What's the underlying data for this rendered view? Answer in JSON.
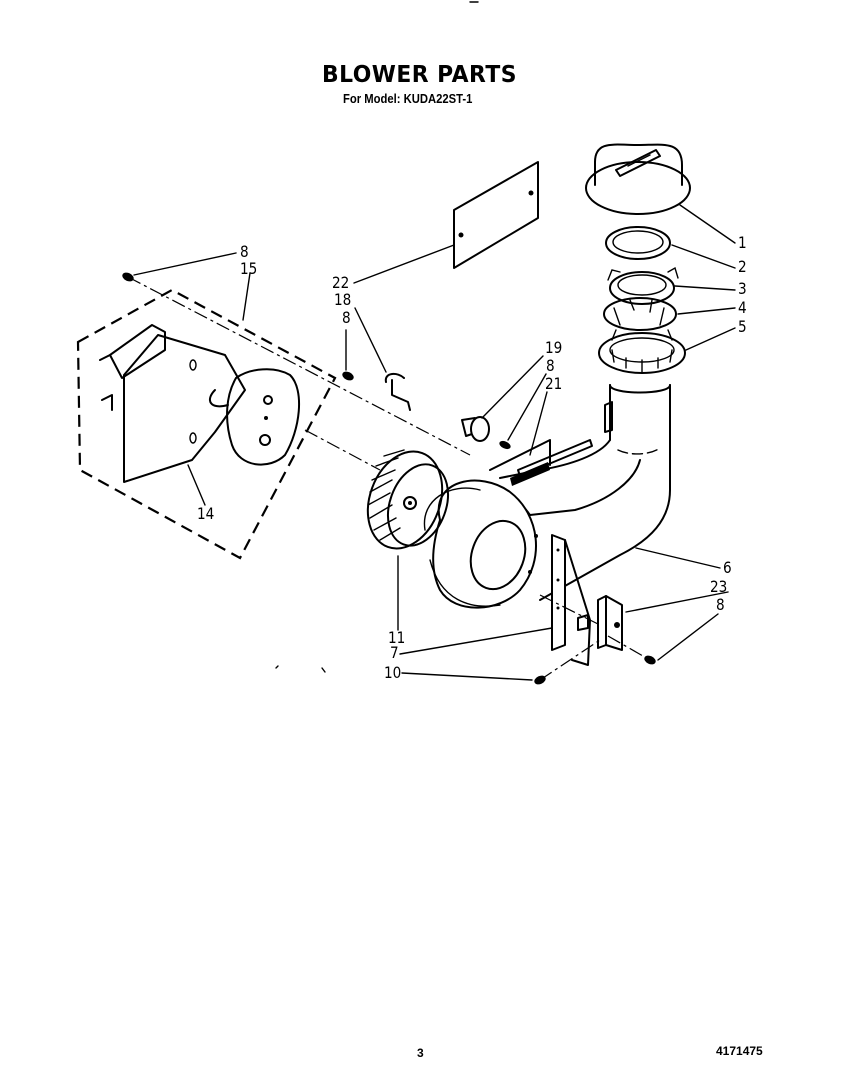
{
  "header": {
    "title": "BLOWER PARTS",
    "subtitle": "For Model: KUDA22ST-1"
  },
  "footer": {
    "page_number": "3",
    "document_number": "4171475"
  },
  "callouts": [
    {
      "id": "c1",
      "label": "1",
      "part": "cover-cap"
    },
    {
      "id": "c2",
      "label": "2",
      "part": "filter-disc"
    },
    {
      "id": "c3",
      "label": "3",
      "part": "retaining-ring"
    },
    {
      "id": "c4",
      "label": "4",
      "part": "gasket-ring"
    },
    {
      "id": "c5",
      "label": "5",
      "part": "collar-adapter"
    },
    {
      "id": "c6",
      "label": "6",
      "part": "blower-housing-duct"
    },
    {
      "id": "c7",
      "label": "7",
      "part": "mounting-bracket"
    },
    {
      "id": "c8a",
      "label": "8",
      "part": "screw"
    },
    {
      "id": "c15",
      "label": "15",
      "part": "motor-assembly"
    },
    {
      "id": "c22",
      "label": "22",
      "part": "cover-plate"
    },
    {
      "id": "c18",
      "label": "18",
      "part": "clip"
    },
    {
      "id": "c8b",
      "label": "8",
      "part": "screw"
    },
    {
      "id": "c19",
      "label": "19",
      "part": "capacitor"
    },
    {
      "id": "c8c",
      "label": "8",
      "part": "screw"
    },
    {
      "id": "c21",
      "label": "21",
      "part": "terminal-bracket"
    },
    {
      "id": "c14",
      "label": "14",
      "part": "motor-mount-plate"
    },
    {
      "id": "c11",
      "label": "11",
      "part": "blower-wheel"
    },
    {
      "id": "c10",
      "label": "10",
      "part": "screw"
    },
    {
      "id": "c23",
      "label": "23",
      "part": "angle-bracket"
    },
    {
      "id": "c8d",
      "label": "8",
      "part": "screw"
    }
  ]
}
